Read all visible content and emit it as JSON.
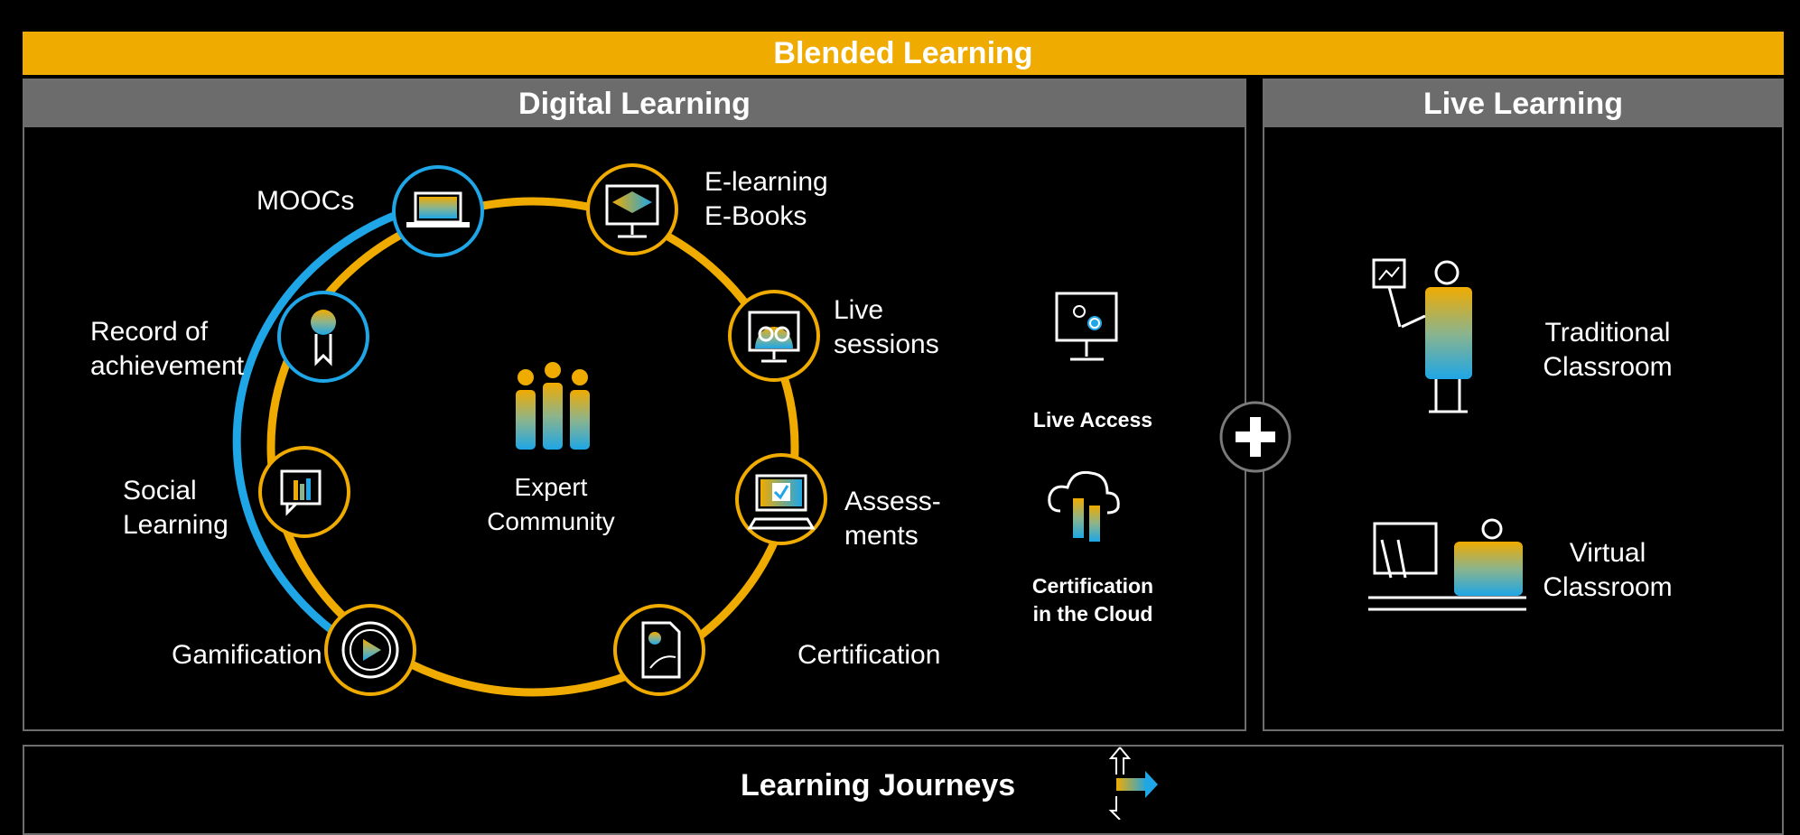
{
  "banner": {
    "title": "Blended Learning"
  },
  "digital": {
    "title": "Digital Learning",
    "center_label": "Expert\nCommunity",
    "nodes": {
      "moocs": "MOOCs",
      "elearning": "E-learning\nE-Books",
      "live_sessions": "Live\nsessions",
      "assessments": "Assess-\nments",
      "certification": "Certification",
      "gamification": "Gamification",
      "social": "Social\nLearning",
      "record": "Record of\nachievement"
    },
    "side": {
      "live_access": "Live Access",
      "cert_cloud": "Certification\nin the Cloud"
    }
  },
  "live": {
    "title": "Live Learning",
    "traditional": "Traditional\nClassroom",
    "virtual": "Virtual\nClassroom"
  },
  "journeys": {
    "title": "Learning Journeys"
  },
  "colors": {
    "gold": "#f0ab00",
    "blue": "#1ea6e6",
    "gray": "#6c6c6c"
  }
}
